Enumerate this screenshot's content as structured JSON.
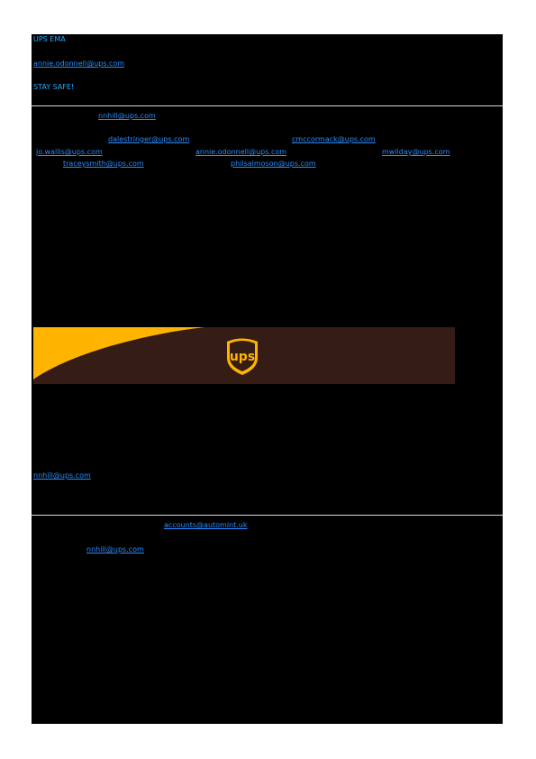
{
  "header": {
    "title": "UPS EMA",
    "email": "annie.odonnell@ups.com",
    "tagline": "STAY SAFE!"
  },
  "section1": {
    "from_email": "nnhill@ups.com",
    "recipients": [
      "dalestringer@ups.com",
      "cmccormack@ups.com",
      "jo.wallis@ups.com",
      "annie.odonnell@ups.com",
      "mwilday@ups.com",
      "traceysmith@ups.com",
      "philsalmoson@ups.com"
    ],
    "footer_email": "nnhill@ups.com"
  },
  "banner": {
    "logo_text": "ups",
    "colors": {
      "brown": "#351c15",
      "gold": "#ffb500"
    }
  },
  "section2": {
    "from_email": "accounts@automint.uk",
    "to_email": "nnhill@ups.com"
  }
}
